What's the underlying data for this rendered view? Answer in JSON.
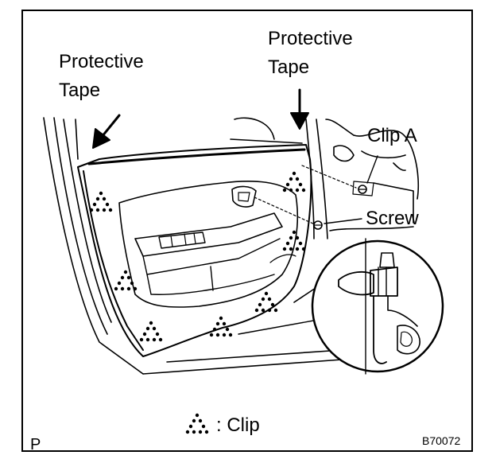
{
  "labels": {
    "tape_left_line1": "Protective",
    "tape_left_line2": "Tape",
    "tape_right_line1": "Protective",
    "tape_right_line2": "Tape",
    "clip_a": "Clip A",
    "screw": "Screw",
    "legend_text": ": Clip",
    "corner_left": "P",
    "figure_code": "B70072"
  },
  "icons": {
    "legend_symbol": "dotted-triangle-icon",
    "clip_marker": "dotted-triangle-icon"
  },
  "colors": {
    "ink": "#000000",
    "background": "#ffffff"
  }
}
